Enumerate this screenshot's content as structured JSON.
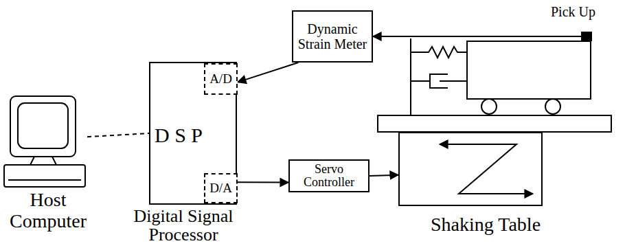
{
  "diagram": {
    "nodes": [
      {
        "text": [
          "Host Computer"
        ]
      },
      {
        "text": [
          "D S P",
          "Digital Signal Processor"
        ]
      },
      {
        "text": [
          "A/D"
        ],
        "in": 1
      },
      {
        "text": [
          "D/A"
        ],
        "in": 1
      },
      {
        "text": [
          "Dynamic Strain Meter"
        ]
      },
      {
        "text": [
          "Servo Controller"
        ]
      },
      {
        "text": [
          "Shaking Table"
        ]
      },
      {
        "text": [
          "Pick Up"
        ]
      }
    ],
    "edges": [
      {
        "from": 7,
        "to": 4,
        "arrow": "to"
      },
      {
        "from": 4,
        "to": 2,
        "arrow": "to"
      },
      {
        "from": 3,
        "to": 5,
        "arrow": "to"
      },
      {
        "from": 5,
        "to": 6,
        "arrow": "to"
      },
      {
        "from": 0,
        "to": 1,
        "arrow": "none"
      }
    ]
  }
}
